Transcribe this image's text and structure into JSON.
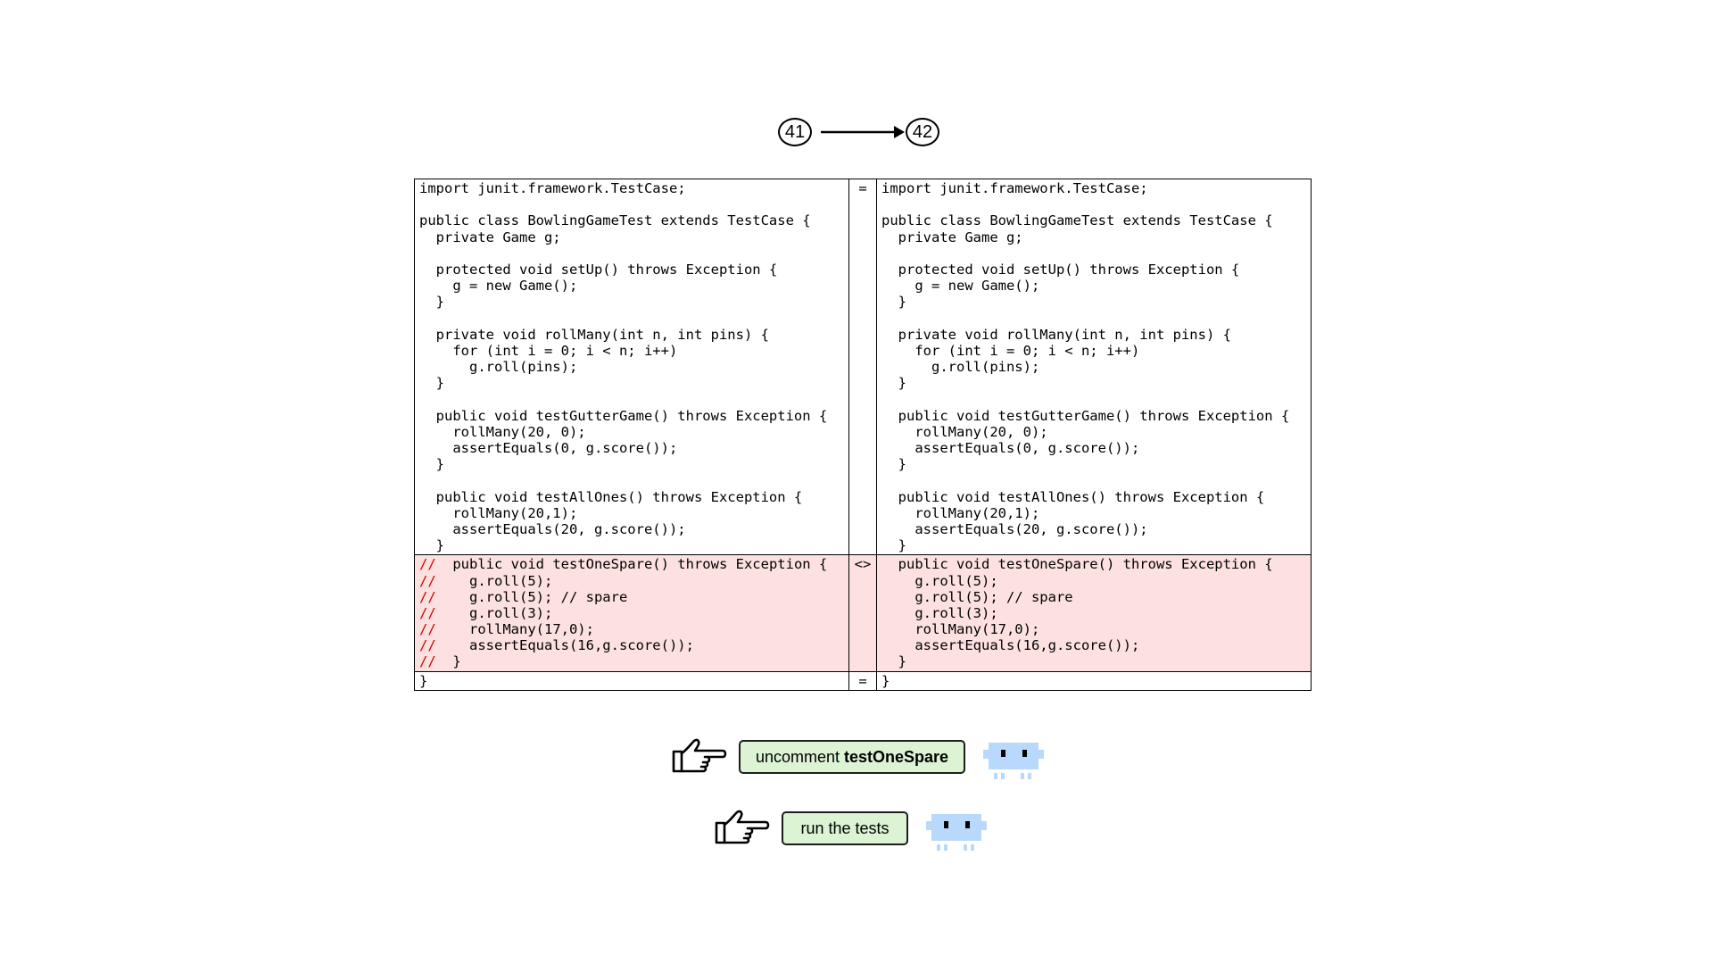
{
  "steps": {
    "from": "41",
    "to": "42"
  },
  "diff": {
    "blocks": [
      {
        "status": "same",
        "marker": "=",
        "left": [
          "import junit.framework.TestCase;",
          "",
          "public class BowlingGameTest extends TestCase {",
          "  private Game g;",
          "",
          "  protected void setUp() throws Exception {",
          "    g = new Game();",
          "  }",
          "",
          "  private void rollMany(int n, int pins) {",
          "    for (int i = 0; i < n; i++)",
          "      g.roll(pins);",
          "  }",
          "",
          "  public void testGutterGame() throws Exception {",
          "    rollMany(20, 0);",
          "    assertEquals(0, g.score());",
          "  }",
          "",
          "  public void testAllOnes() throws Exception {",
          "    rollMany(20,1);",
          "    assertEquals(20, g.score());",
          "  }"
        ],
        "right": [
          "import junit.framework.TestCase;",
          "",
          "public class BowlingGameTest extends TestCase {",
          "  private Game g;",
          "",
          "  protected void setUp() throws Exception {",
          "    g = new Game();",
          "  }",
          "",
          "  private void rollMany(int n, int pins) {",
          "    for (int i = 0; i < n; i++)",
          "      g.roll(pins);",
          "  }",
          "",
          "  public void testGutterGame() throws Exception {",
          "    rollMany(20, 0);",
          "    assertEquals(0, g.score());",
          "  }",
          "",
          "  public void testAllOnes() throws Exception {",
          "    rollMany(20,1);",
          "    assertEquals(20, g.score());",
          "  }"
        ]
      },
      {
        "status": "changed",
        "marker": "<>",
        "comment_prefix": "//",
        "left": [
          "  public void testOneSpare() throws Exception {",
          "    g.roll(5);",
          "    g.roll(5); // spare",
          "    g.roll(3);",
          "    rollMany(17,0);",
          "    assertEquals(16,g.score());",
          "  }"
        ],
        "right": [
          "  public void testOneSpare() throws Exception {",
          "    g.roll(5);",
          "    g.roll(5); // spare",
          "    g.roll(3);",
          "    rollMany(17,0);",
          "    assertEquals(16,g.score());",
          "  }"
        ]
      },
      {
        "status": "same",
        "marker": "=",
        "left": [
          "}"
        ],
        "right": [
          "}"
        ]
      }
    ]
  },
  "actions": [
    {
      "label": "uncomment",
      "label_bold": "testOneSpare"
    },
    {
      "label": "run the tests",
      "label_bold": ""
    }
  ],
  "colors": {
    "changed_bg": "#fde1e1",
    "comment": "#d40000",
    "action_bg": "#dcf3d4",
    "bot": "#b8d9fb"
  }
}
